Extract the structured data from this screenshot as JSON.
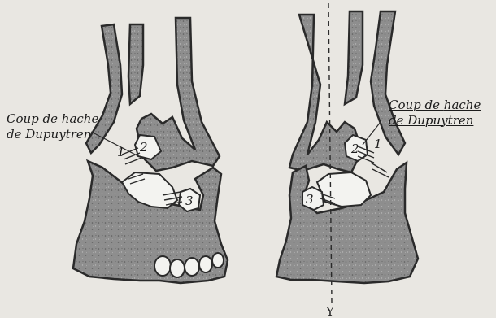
{
  "figure": {
    "left_caption": {
      "line1_a": "Coup de ",
      "line1_b": "hache",
      "line2": "de Dupuytren"
    },
    "right_caption": {
      "line1_a": "Coup de ",
      "line1_b": "hache",
      "line2": "de Dupuytren"
    },
    "left_labels": {
      "ligament_1": "1",
      "ligament_2": "2",
      "ligament_3": "3"
    },
    "right_labels": {
      "ligament_1": "1",
      "ligament_2": "2",
      "ligament_3": "3"
    },
    "axis_label": "Y"
  },
  "colors": {
    "paper": "#e9e7e2",
    "bone": "#8d8d8d",
    "outline": "#2a2a2a",
    "cavity": "#f3f3f0"
  }
}
